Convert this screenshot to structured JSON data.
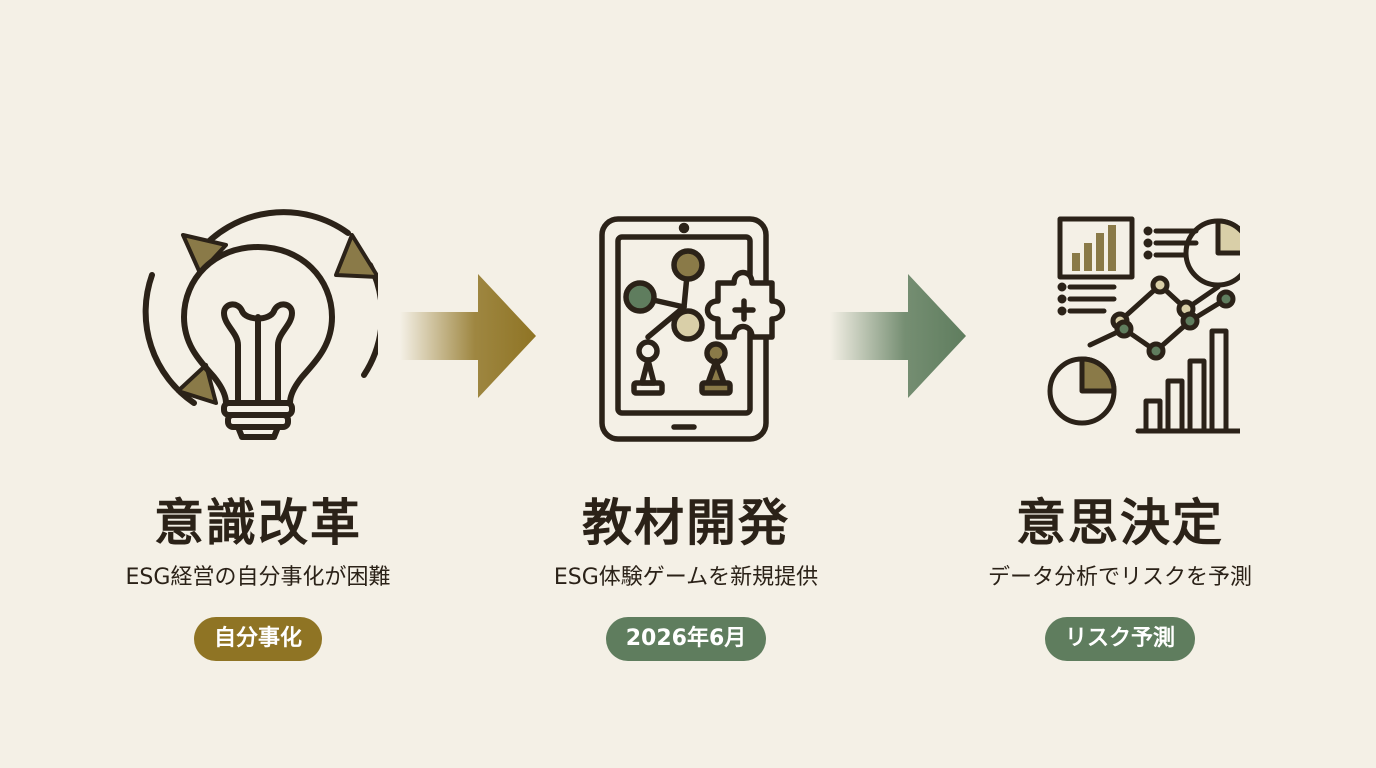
{
  "colors": {
    "background": "#f4f0e6",
    "ink": "#2b2218",
    "gold": "#8f7424",
    "gold_light": "#c9b27a",
    "olive": "#8a7a48",
    "green": "#5f7d5e",
    "beige": "#d9cfa8"
  },
  "steps": [
    {
      "icon": "lightbulb-cycle-icon",
      "title": "意識改革",
      "subtitle": "ESG経営の自分事化が困難",
      "badge": "自分事化",
      "badge_color": "#8f7424"
    },
    {
      "icon": "tablet-game-icon",
      "title": "教材開発",
      "subtitle": "ESG体験ゲームを新規提供",
      "badge": "2026年6月",
      "badge_color": "#5f7d5e"
    },
    {
      "icon": "data-analytics-icon",
      "title": "意思決定",
      "subtitle": "データ分析でリスクを予測",
      "badge": "リスク予測",
      "badge_color": "#5f7d5e"
    }
  ],
  "arrows": [
    {
      "icon": "arrow-right-icon",
      "color": "#8f7424"
    },
    {
      "icon": "arrow-right-icon",
      "color": "#5f7d5e"
    }
  ]
}
